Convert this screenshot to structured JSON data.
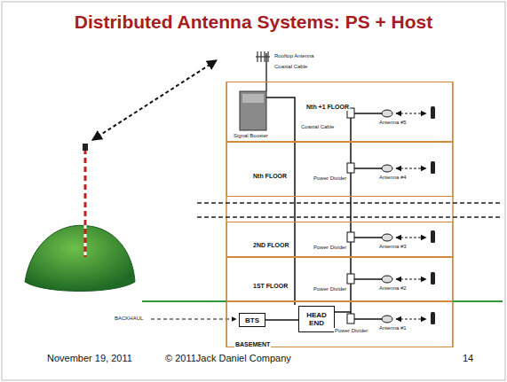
{
  "diagram": {
    "title": "Distributed Antenna Systems: PS + Host",
    "nodes": [
      {
        "text": [
          "Nth +1 FLOOR"
        ]
      },
      {
        "text": [
          "Nth FLOOR"
        ]
      },
      {
        "text": [
          "2ND FLOOR"
        ]
      },
      {
        "text": [
          "1ST FLOOR"
        ]
      },
      {
        "text": [
          "BASEMENT"
        ]
      },
      {
        "text": [
          "HEAD END"
        ],
        "in": 4
      },
      {
        "text": [
          "BTS"
        ],
        "in": 4
      }
    ],
    "edges": [
      {
        "from": 6,
        "to": 5,
        "arrow": "none"
      }
    ],
    "labels": [
      "Rooftop Antenna",
      "Coaxial Cable",
      "Signal Booster",
      "Coaxial Cable",
      "Antenna #5",
      "Power Divider",
      "Antenna #4",
      "Power Divider",
      "Antenna #3",
      "Power Divider",
      "Antenna #2",
      "Power Divider",
      "Antenna #1",
      "BACKHAUL",
      "November 19, 2011",
      "© 2011Jack Daniel Company",
      "14"
    ]
  }
}
